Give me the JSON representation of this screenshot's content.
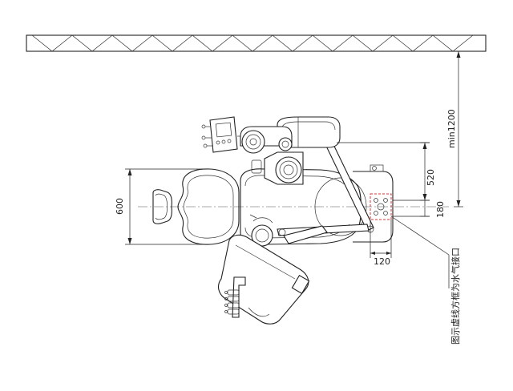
{
  "dimensions": {
    "min_height": "min1200",
    "arm_offset": "520",
    "base_offset": "180",
    "chair_width": "600",
    "box_width": "120"
  },
  "note": "图示虚线方框为水气接口",
  "colors": {
    "line": "#222222",
    "interface_box": "#e03030",
    "background": "#ffffff"
  }
}
